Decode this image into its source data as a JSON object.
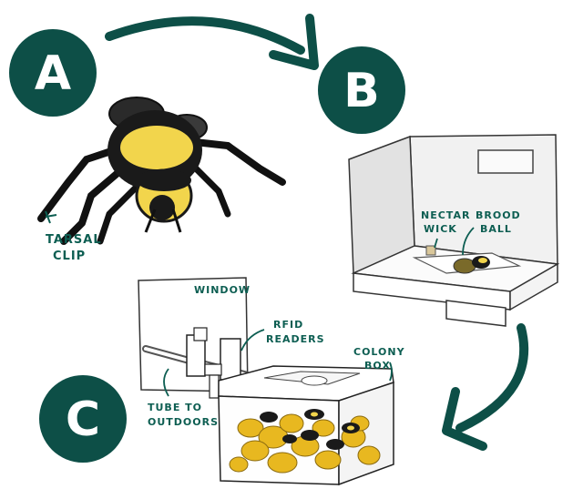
{
  "badges": {
    "a": "A",
    "b": "B",
    "c": "C"
  },
  "labels": {
    "tarsal_line1": "TARSAL",
    "tarsal_line2": "CLIP",
    "nectar_line1": "NECTAR",
    "nectar_line2": "WICK",
    "brood_line1": "BROOD",
    "brood_line2": "BALL",
    "window": "WINDOW",
    "rfid_line1": "RFID",
    "rfid_line2": "READERS",
    "colony_line1": "COLONY",
    "colony_line2": "BOX",
    "tube_line1": "TUBE TO",
    "tube_line2": "OUTDOORS"
  },
  "icons": {
    "bee": "bumblebee-icon",
    "arrow_ab": "curved-arrow-icon",
    "arrow_bc": "curved-arrow-icon"
  },
  "colors": {
    "badge": "#0d4f47",
    "annotation": "#0d5e52",
    "bee_yellow": "#f2d54c",
    "pollen": "#e8b820"
  }
}
